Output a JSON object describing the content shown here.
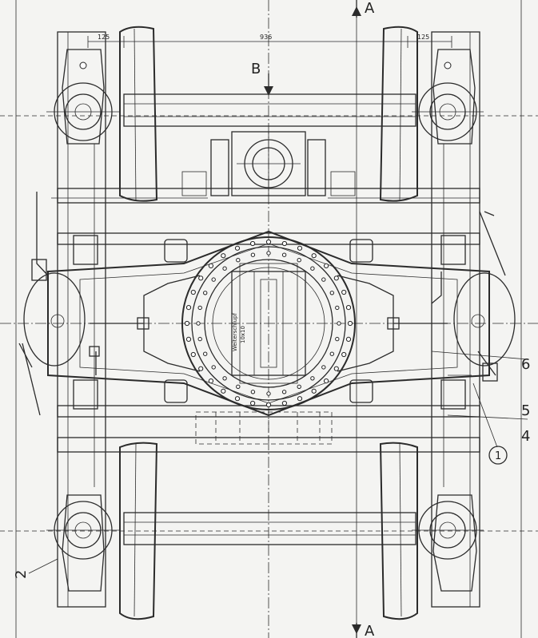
{
  "diagram": {
    "section_markers": {
      "top": "A",
      "bottom": "A",
      "view": "B"
    },
    "dimensions": {
      "left": "125",
      "middle": "936",
      "right": "125"
    },
    "callouts": {
      "one": "1",
      "two": "2",
      "four": "4",
      "five": "5",
      "six": "6"
    },
    "plate_text": {
      "line1": "Weiterschlupf",
      "line2": "10x10"
    },
    "colors": {
      "line": "#2b2b2b",
      "paper": "#f4f4f2",
      "fill": "#e8e8e6"
    }
  }
}
